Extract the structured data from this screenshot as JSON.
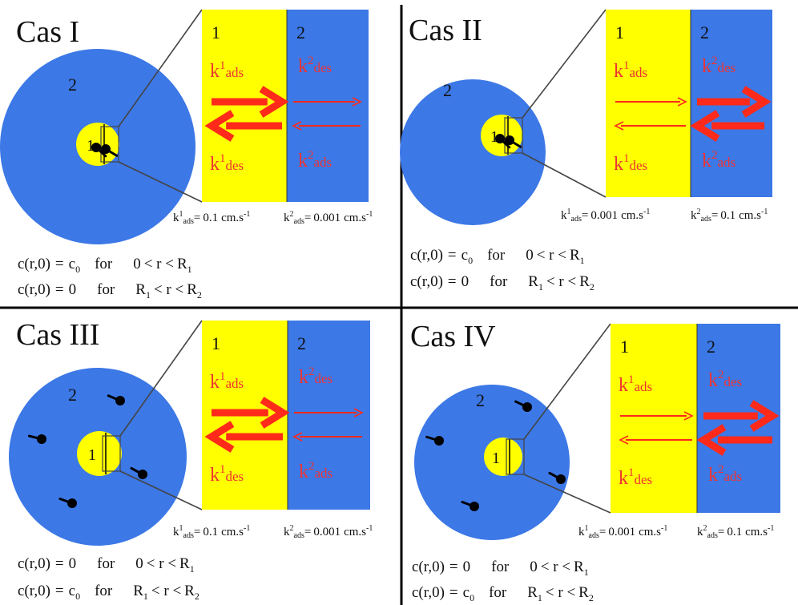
{
  "divider_color": "#000000",
  "colors": {
    "region1": "#FFFF00",
    "region2": "#3C78E6",
    "label": "#EE3333",
    "arrow": "#FF2A1A",
    "text": "#111111"
  },
  "common": {
    "k": "k",
    "region1_num": "1",
    "region2_num": "2",
    "ads": "ads",
    "des": "des",
    "sup1": "1",
    "sup2": "2",
    "unit": "cm.s",
    "unit_exp": "-1",
    "eq_sign": "=",
    "c_expr": "c(r,0)",
    "for_word": "for",
    "r_lt": "< r <",
    "R": "R",
    "c0": "c",
    "c0_sub": "0",
    "zero": "0",
    "one": "1",
    "two": "2"
  },
  "panels": [
    {
      "title": "Cas I",
      "kads1": "0.1",
      "kads2": "0.001",
      "row1": {
        "value": "c0",
        "low": "0",
        "high": "R1"
      },
      "row2": {
        "value": "0",
        "low": "R1",
        "high": "R2"
      },
      "strong_side": "left",
      "particles": "inside"
    },
    {
      "title": "Cas II",
      "kads1": "0.001",
      "kads2": "0.1",
      "row1": {
        "value": "c0",
        "low": "0",
        "high": "R1"
      },
      "row2": {
        "value": "0",
        "low": "R1",
        "high": "R2"
      },
      "strong_side": "right",
      "particles": "inside"
    },
    {
      "title": "Cas III",
      "kads1": "0.1",
      "kads2": "0.001",
      "row1": {
        "value": "0",
        "low": "0",
        "high": "R1"
      },
      "row2": {
        "value": "c0",
        "low": "R1",
        "high": "R2"
      },
      "strong_side": "left",
      "particles": "outside"
    },
    {
      "title": "Cas IV",
      "kads1": "0.001",
      "kads2": "0.1",
      "row1": {
        "value": "0",
        "low": "0",
        "high": "R1"
      },
      "row2": {
        "value": "c0",
        "low": "R1",
        "high": "R2"
      },
      "strong_side": "right",
      "particles": "outside"
    }
  ]
}
